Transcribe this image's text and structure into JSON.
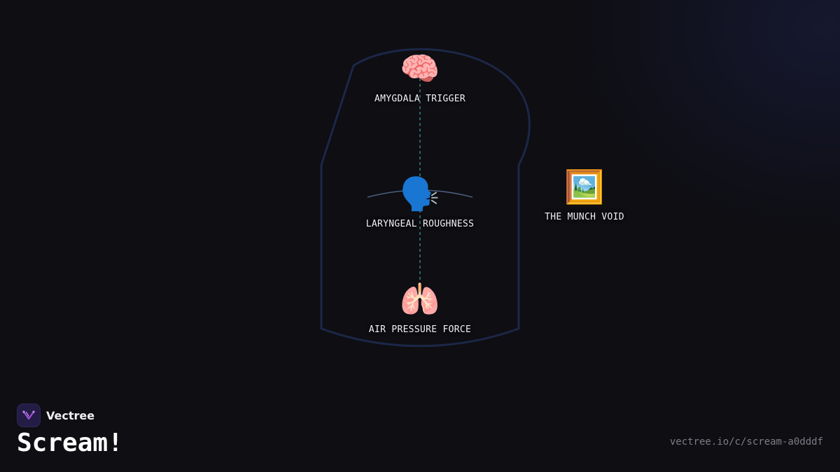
{
  "brand": {
    "name": "Vectree",
    "logo_icon": "vectree-logo-icon"
  },
  "title": "Scream!",
  "url": "vectree.io/c/scream-a0dddf",
  "colors": {
    "background": "#0e0e13",
    "head_outline": "#1c2748",
    "connector": "#3d8a86",
    "voice_arc": "#4a5f80",
    "logo_bg": "#231c44",
    "logo_accent": "#a64fe0"
  },
  "diagram": {
    "nodes": [
      {
        "id": "amygdala",
        "emoji": "🧠",
        "icon": "brain-icon",
        "label": "AMYGDALA TRIGGER"
      },
      {
        "id": "larynx",
        "emoji": "🗣️",
        "icon": "speaking-head-icon",
        "label": "LARYNGEAL ROUGHNESS"
      },
      {
        "id": "lungs",
        "emoji": "🫁",
        "icon": "lungs-icon",
        "label": "AIR PRESSURE FORCE"
      },
      {
        "id": "munch",
        "emoji": "🖼️",
        "icon": "framed-picture-icon",
        "label": "THE MUNCH VOID"
      }
    ],
    "connections": [
      {
        "from": "amygdala",
        "to": "larynx",
        "style": "dashed"
      },
      {
        "from": "larynx",
        "to": "lungs",
        "style": "dashed"
      }
    ]
  }
}
